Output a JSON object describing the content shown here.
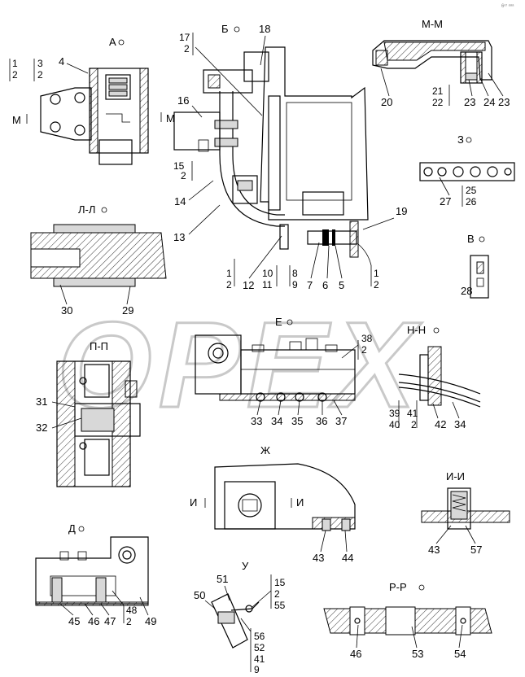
{
  "corner_mark": "6ᵉʳ ᵃᵃᵃ",
  "watermark": "OPEX",
  "view_titles": {
    "A": "А",
    "B": "Б",
    "MM": "М-М",
    "Z": "З",
    "LL": "Л-Л",
    "V": "В",
    "E": "Е",
    "NN": "Н-Н",
    "PP": "П-П",
    "ZH": "Ж",
    "II": "И-И",
    "D": "Д",
    "U": "У",
    "RR": "Р-Р"
  },
  "section_marks": {
    "M_left": "М",
    "M_right": "М",
    "I_left": "И",
    "I_right": "И"
  },
  "callouts": {
    "view_a": [
      "1",
      "2",
      "3",
      "2",
      "4"
    ],
    "view_b": [
      "17",
      "2",
      "18",
      "16",
      "15",
      "2",
      "14",
      "13",
      "19"
    ],
    "view_b_bottom": [
      "1",
      "2",
      "12",
      "10",
      "11",
      "8",
      "9",
      "7",
      "6",
      "5",
      "1",
      "2"
    ],
    "view_mm": [
      "20",
      "21",
      "22",
      "23",
      "24",
      "23"
    ],
    "view_z": [
      "27",
      "25",
      "26"
    ],
    "view_ll": [
      "30",
      "29"
    ],
    "view_v": [
      "28"
    ],
    "view_e": [
      "38",
      "2",
      "33",
      "34",
      "35",
      "36",
      "37"
    ],
    "view_nn": [
      "39",
      "40",
      "41",
      "2",
      "42",
      "34"
    ],
    "view_pp": [
      "31",
      "32"
    ],
    "view_zh": [
      "43",
      "44"
    ],
    "view_ii": [
      "43",
      "57"
    ],
    "view_d": [
      "45",
      "46",
      "47",
      "48",
      "2",
      "49"
    ],
    "view_u": [
      "51",
      "50",
      "15",
      "2",
      "55",
      "56",
      "52",
      "41",
      "9"
    ],
    "view_rr": [
      "46",
      "53",
      "54"
    ]
  }
}
